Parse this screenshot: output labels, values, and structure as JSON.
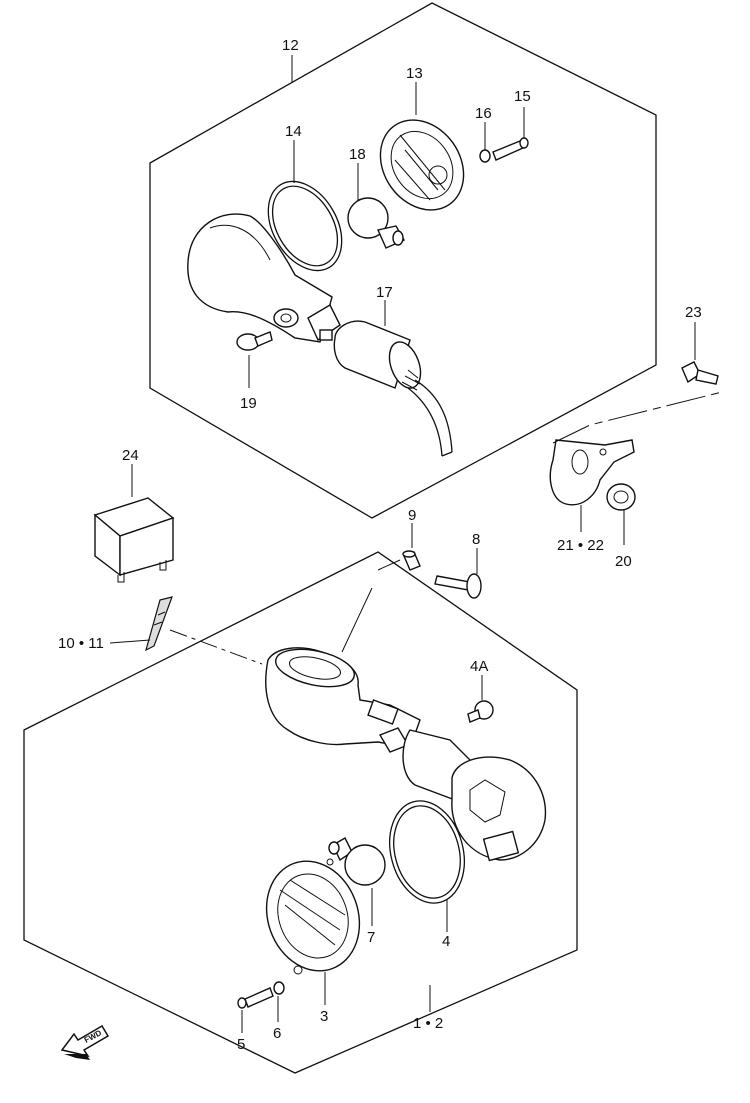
{
  "callouts": {
    "c12": "12",
    "c13": "13",
    "c14": "14",
    "c15": "15",
    "c16": "16",
    "c17": "17",
    "c18": "18",
    "c19": "19",
    "c23": "23",
    "c24": "24",
    "c21_22": "21 • 22",
    "c20": "20",
    "c9": "9",
    "c8": "8",
    "c10_11": "10 • 11",
    "c4a": "4A",
    "c7": "7",
    "c4": "4",
    "c3": "3",
    "c5": "5",
    "c6": "6",
    "c1_2": "1 • 2"
  },
  "fwd_label": "FWD"
}
